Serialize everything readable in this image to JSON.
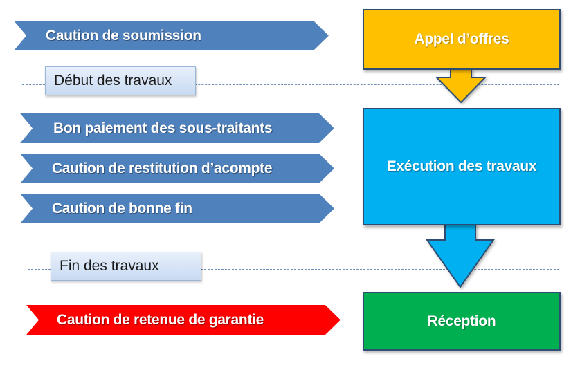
{
  "chevrons": {
    "soumission": {
      "label": "Caution de soumission",
      "color": "#4f81bd"
    },
    "sous_traitants": {
      "label": "Bon paiement des sous-traitants",
      "color": "#4f81bd"
    },
    "acompte": {
      "label": "Caution de restitution d’acompte",
      "color": "#4f81bd"
    },
    "bonne_fin": {
      "label": "Caution de bonne fin",
      "color": "#4f81bd"
    },
    "retenue": {
      "label": "Caution de retenue de garantie",
      "color": "#ff0000"
    }
  },
  "notes": {
    "debut": "Début des travaux",
    "fin": "Fin des travaux"
  },
  "stages": {
    "appel": {
      "label": "Appel d’offres",
      "color": "#ffc000"
    },
    "execution": {
      "label": "Exécution des travaux",
      "color": "#00b0f0"
    },
    "reception": {
      "label": "Réception",
      "color": "#00b050"
    }
  },
  "edges": [
    {
      "from": "Appel d’offres",
      "to": "Exécution des travaux"
    },
    {
      "from": "Exécution des travaux",
      "to": "Réception"
    }
  ]
}
